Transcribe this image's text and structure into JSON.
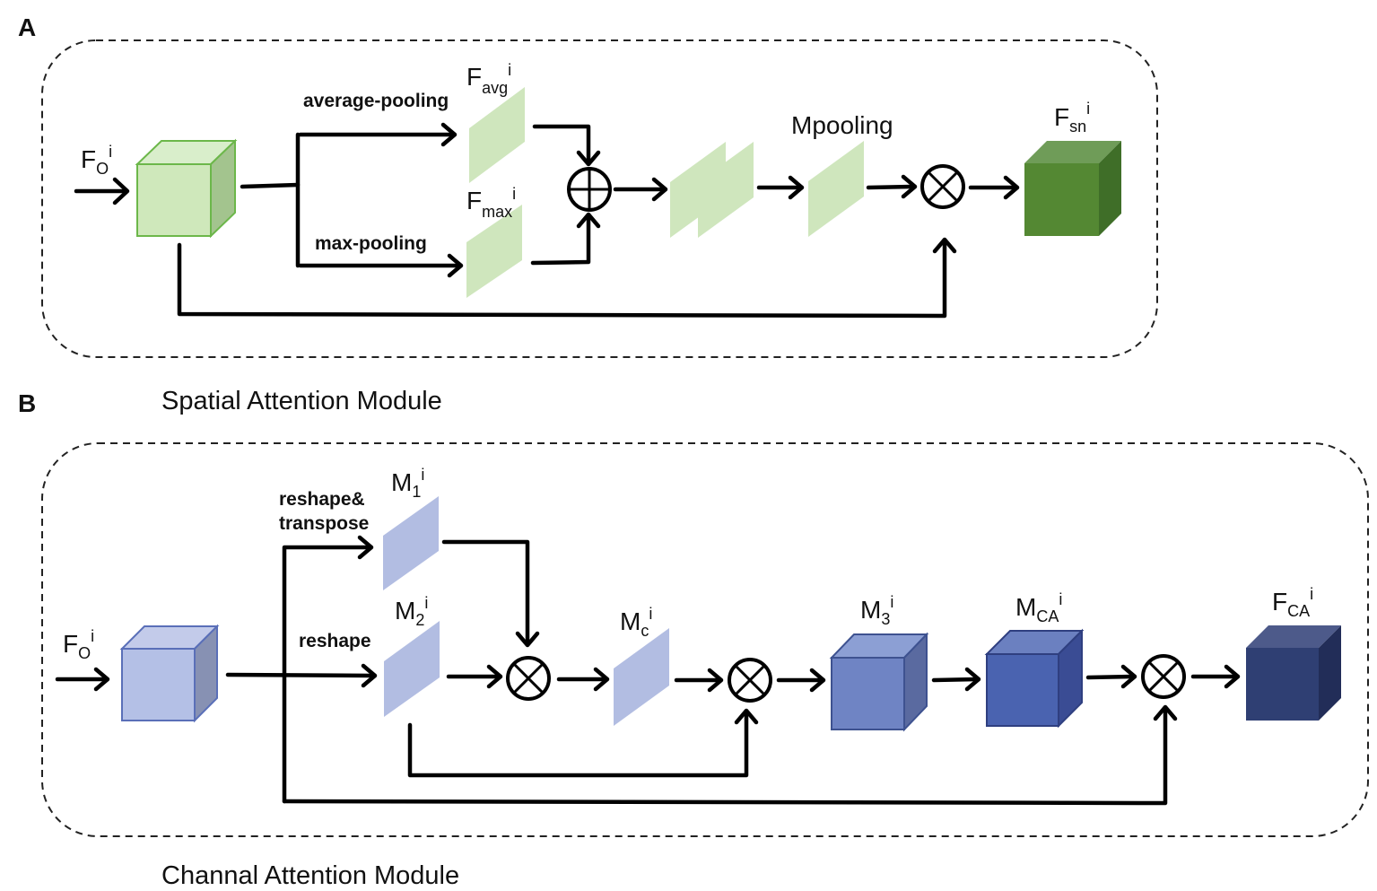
{
  "panel_a": {
    "letter": "A",
    "caption": "Spatial Attention Module",
    "input": {
      "main": "F",
      "sub": "O",
      "sup": "i"
    },
    "branch_avg": "average-pooling",
    "branch_max": "max-pooling",
    "favg": {
      "main": "F",
      "sub": "avg",
      "sup": "i"
    },
    "fmax": {
      "main": "F",
      "sub": "max",
      "sup": "i"
    },
    "mpooling": "Mpooling",
    "output": {
      "main": "F",
      "sub": "sn",
      "sup": "i"
    }
  },
  "panel_b": {
    "letter": "B",
    "caption": "Channal Attention Module",
    "input": {
      "main": "F",
      "sub": "O",
      "sup": "i"
    },
    "branch_top_1": "reshape&",
    "branch_top_2": "transpose",
    "branch_mid": "reshape",
    "m1": {
      "main": "M",
      "sub": "1",
      "sup": "i"
    },
    "m2": {
      "main": "M",
      "sub": "2",
      "sup": "i"
    },
    "mc": {
      "main": "M",
      "sub": "c",
      "sup": "i"
    },
    "m3": {
      "main": "M",
      "sub": "3",
      "sup": "i"
    },
    "mca": {
      "main": "M",
      "sub": "CA",
      "sup": "i"
    },
    "output": {
      "main": "F",
      "sub": "CA",
      "sup": "i"
    }
  },
  "colors": {
    "green_light": "#cfe6bd",
    "green_edge": "#6cb74a",
    "green_dark": "#4f8a32",
    "blue_light": "#b2bde2",
    "blue_mid": "#6b82c4",
    "blue_deep": "#4a63b0",
    "blue_navy": "#2f3f73"
  }
}
